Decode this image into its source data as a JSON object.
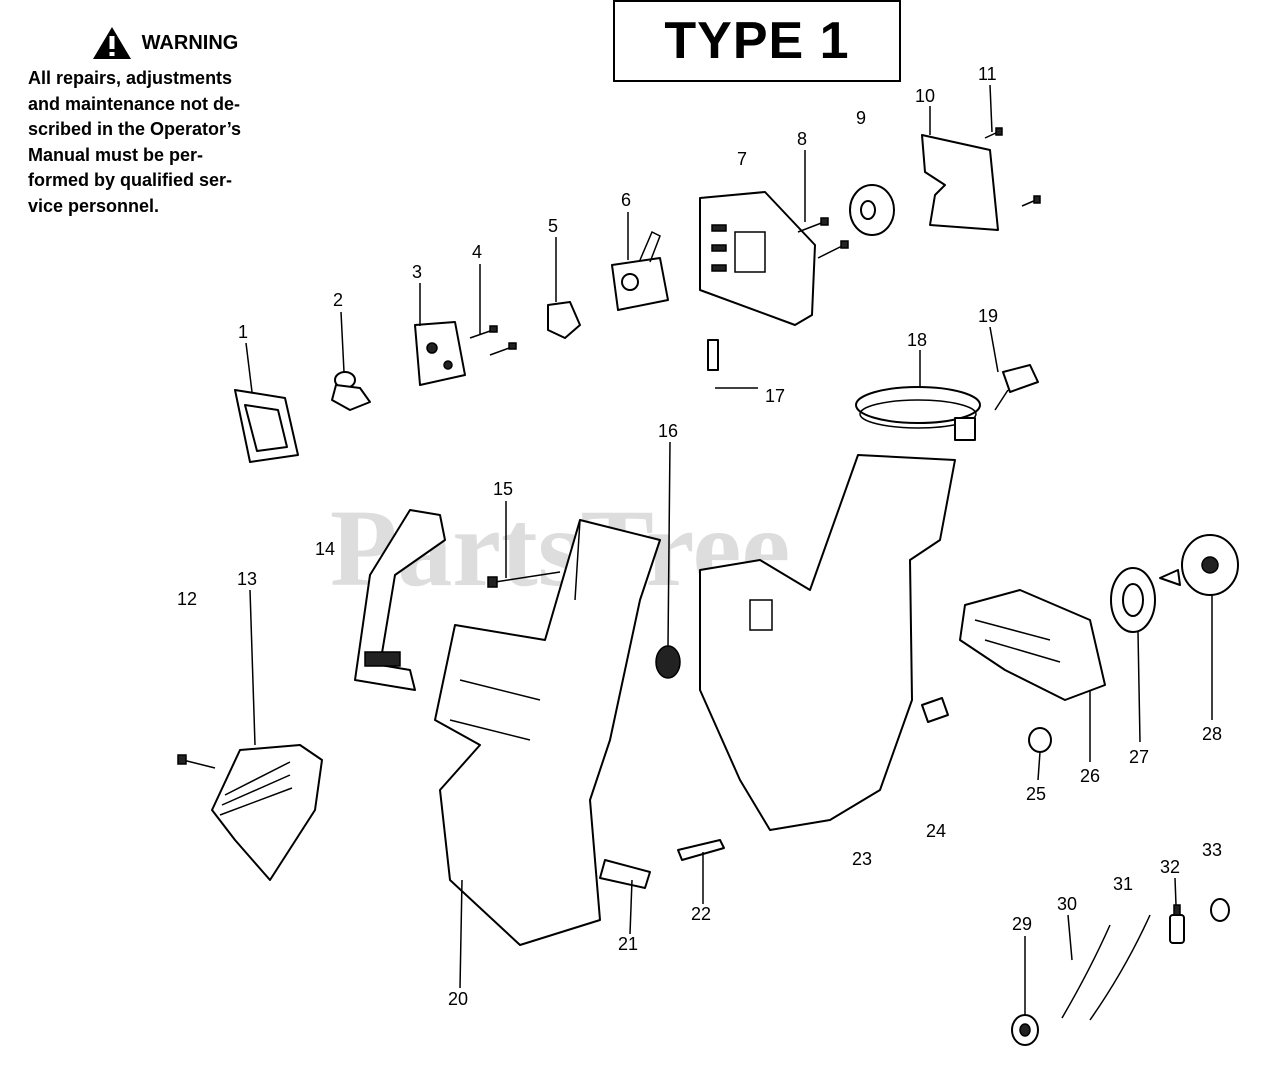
{
  "warning": {
    "heading": "WARNING",
    "lines": [
      "All repairs, adjustments",
      "and maintenance not de-",
      "scribed in the Operator’s",
      "Manual must be per-",
      "formed by qualified ser-",
      "vice personnel."
    ]
  },
  "type_label": "TYPE 1",
  "watermark": "PartsTree",
  "callouts": [
    "1",
    "2",
    "3",
    "4",
    "5",
    "6",
    "7",
    "8",
    "9",
    "10",
    "11",
    "12",
    "13",
    "14",
    "15",
    "16",
    "17",
    "18",
    "19",
    "20",
    "21",
    "22",
    "23",
    "24",
    "25",
    "26",
    "27",
    "28",
    "29",
    "30",
    "31",
    "32",
    "33"
  ]
}
